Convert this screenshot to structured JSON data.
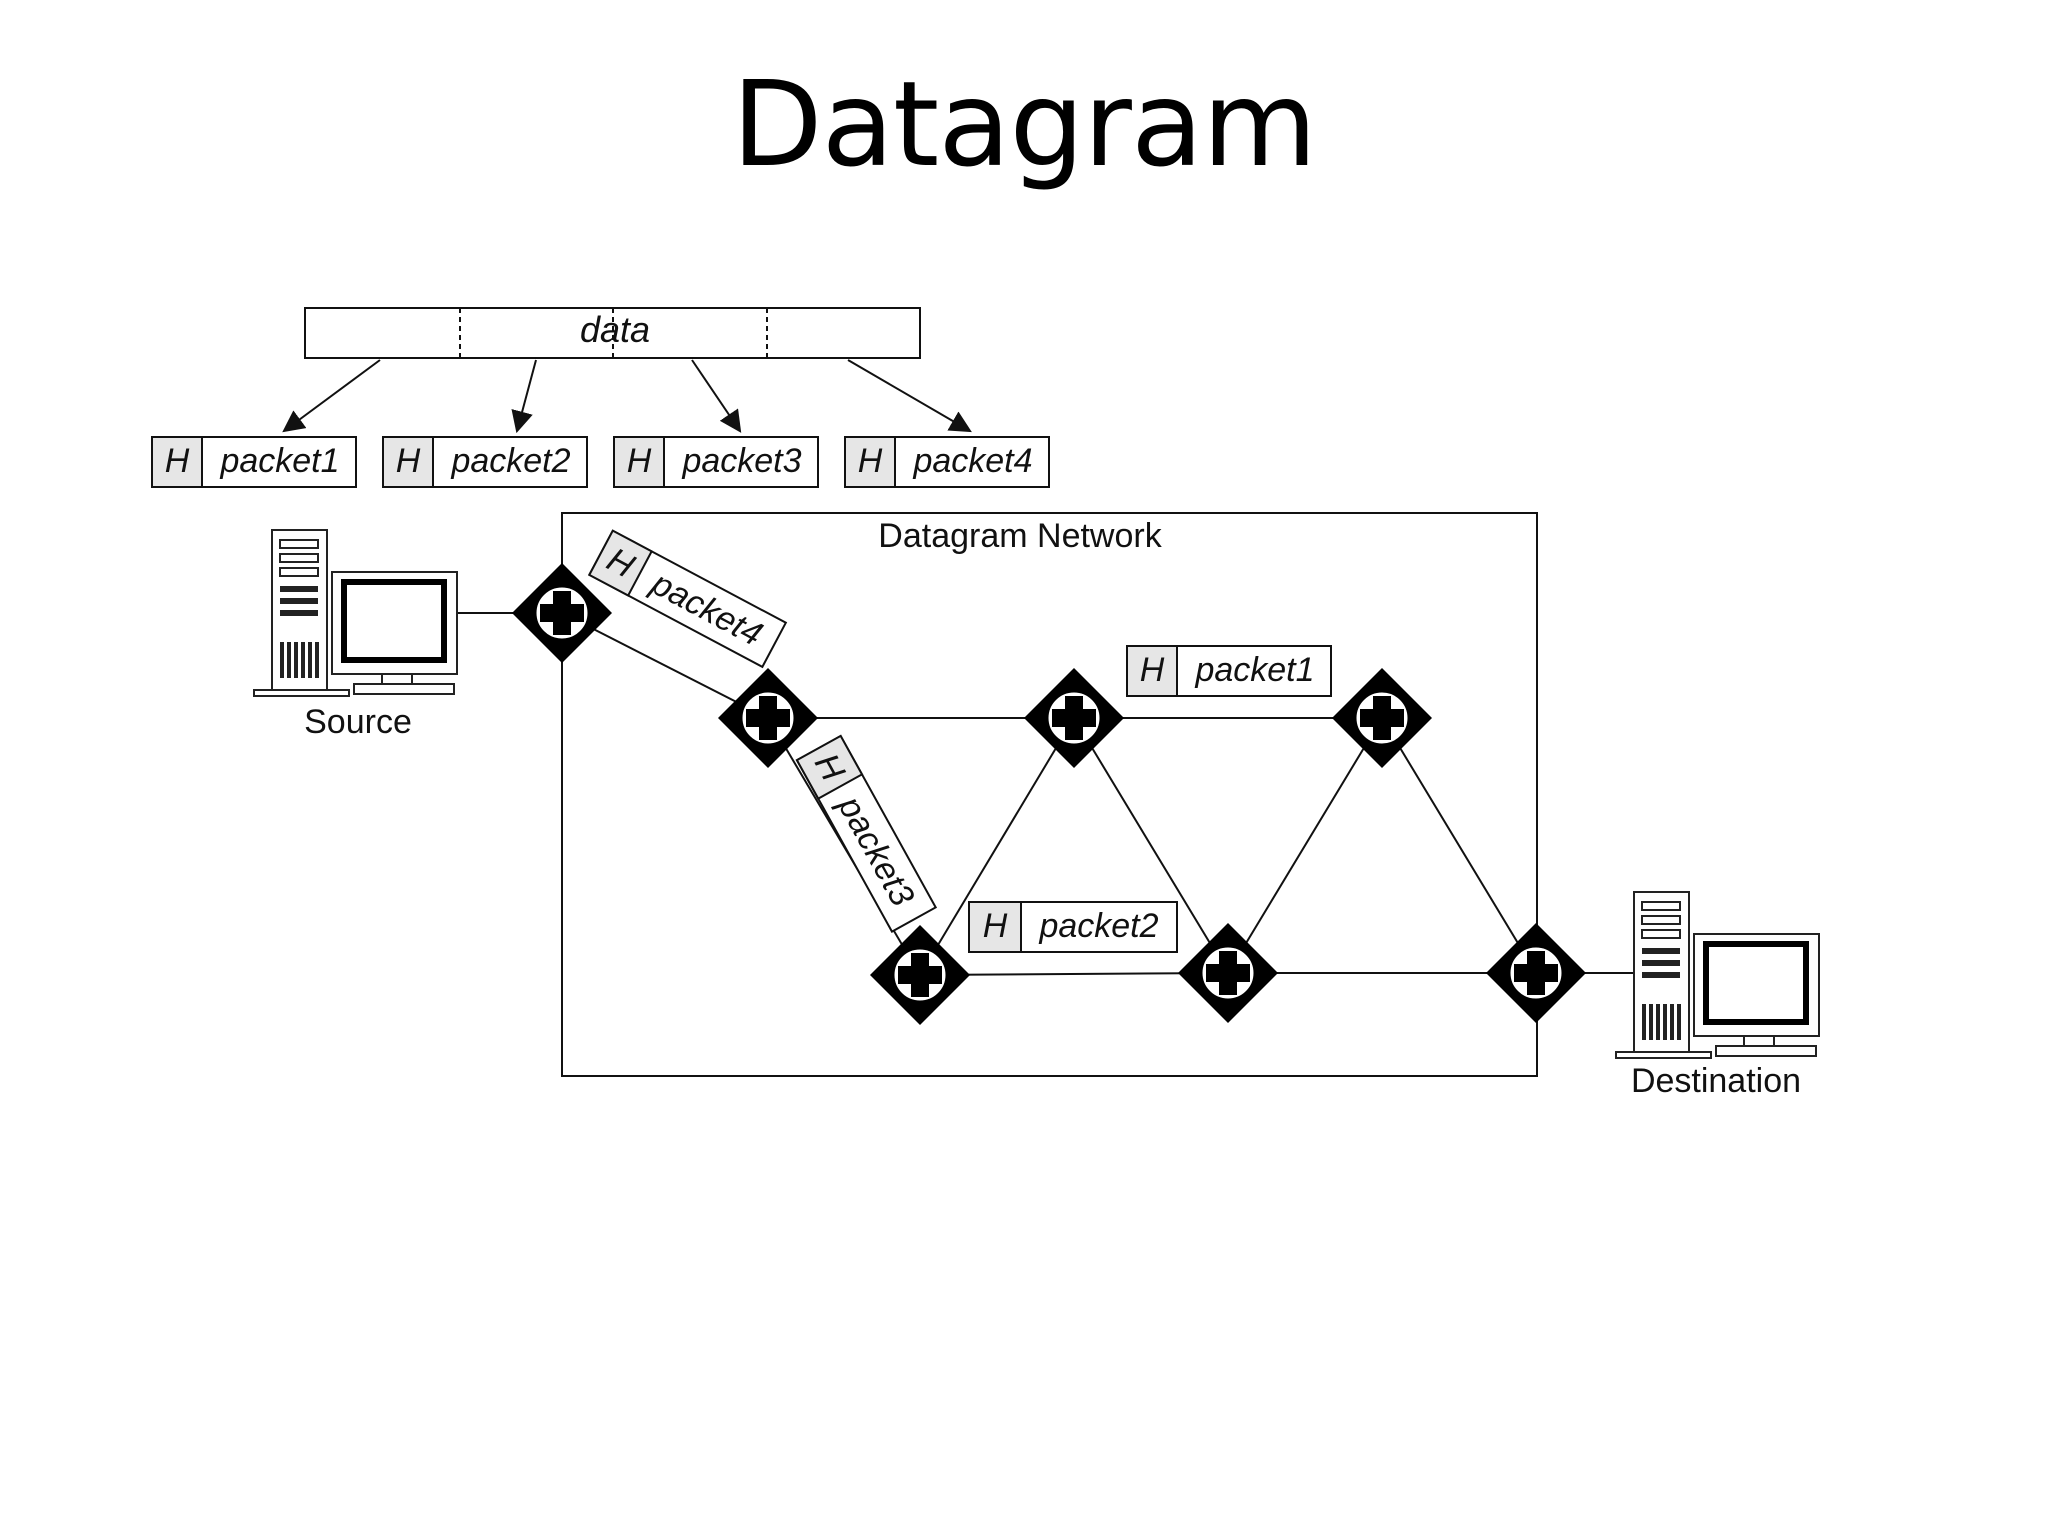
{
  "slide": {
    "title": "Datagram"
  },
  "data_block": {
    "label": "data"
  },
  "packets": [
    {
      "header": "H",
      "name": "packet1"
    },
    {
      "header": "H",
      "name": "packet2"
    },
    {
      "header": "H",
      "name": "packet3"
    },
    {
      "header": "H",
      "name": "packet4"
    }
  ],
  "network": {
    "label": "Datagram Network"
  },
  "hosts": {
    "source": "Source",
    "destination": "Destination"
  },
  "in_transit": [
    {
      "header": "H",
      "name": "packet4"
    },
    {
      "header": "H",
      "name": "packet3"
    },
    {
      "header": "H",
      "name": "packet1"
    },
    {
      "header": "H",
      "name": "packet2"
    }
  ],
  "colors": {
    "header_fill": "#e6e6e6",
    "line": "#111111",
    "router": "#000000"
  }
}
